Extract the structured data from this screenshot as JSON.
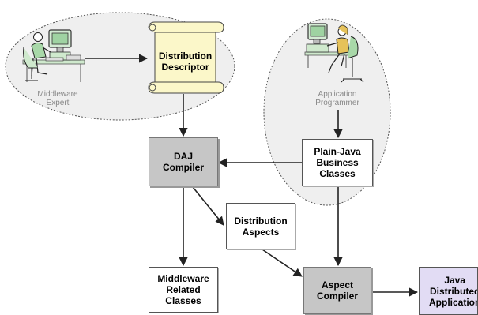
{
  "nodes": {
    "distribution_descriptor": "Distribution\nDescriptor",
    "daj_compiler": "DAJ\nCompiler",
    "plain_java": "Plain-Java\nBusiness\nClasses",
    "distribution_aspects": "Distribution\nAspects",
    "middleware_classes": "Middleware\nRelated\nClasses",
    "aspect_compiler": "Aspect\nCompiler",
    "java_distributed": "Java\nDistributed\nApplication"
  },
  "roles": {
    "middleware_expert": "Middleware\nExpert",
    "application_programmer": "Application\nProgrammer"
  },
  "icons": {
    "expert": "person-at-computer-icon",
    "programmer": "person-at-computer-icon",
    "descriptor": "scroll-document-icon"
  },
  "colors": {
    "compiler_fill": "#c6c6c6",
    "descriptor_fill": "#fbf7c9",
    "output_fill": "#e2dcf4",
    "actor_region": "#efefef"
  }
}
